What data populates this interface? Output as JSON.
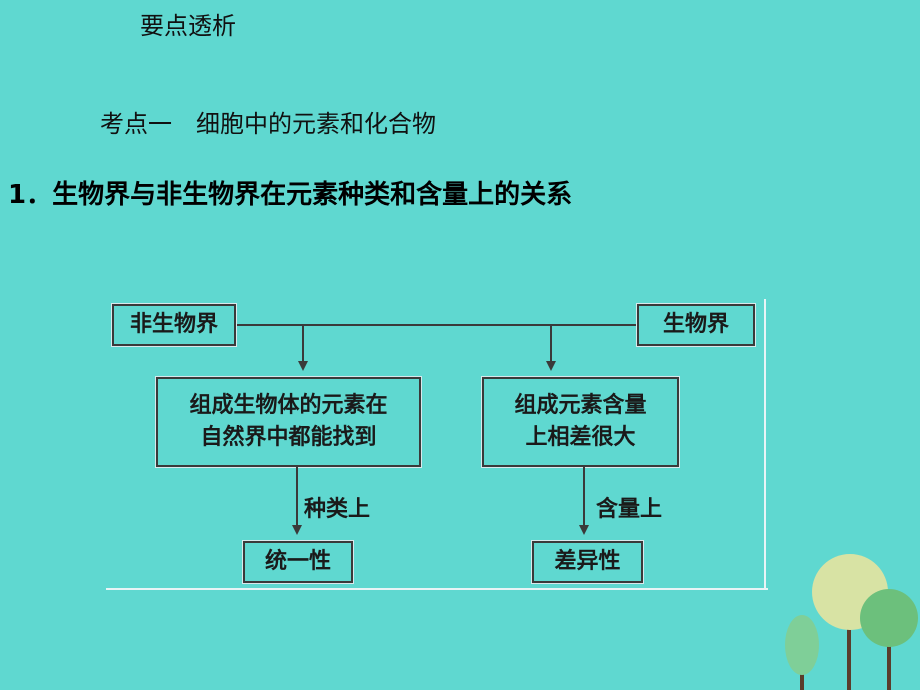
{
  "slide_title": "要点透析",
  "subtitle": "考点一　细胞中的元素和化合物",
  "heading": "1．生物界与非生物界在元素种类和含量上的关系",
  "diagram": {
    "box_nonliving": "非生物界",
    "box_living": "生物界",
    "box_elements_found": [
      "组成生物体的元素在",
      "自然界中都能找到"
    ],
    "box_content_diff": [
      "组成元素含量",
      "上相差很大"
    ],
    "label_kind": "种类上",
    "label_content": "含量上",
    "box_unity": "统一性",
    "box_difference": "差异性"
  },
  "colors": {
    "background": "#5fd8d0",
    "tree_large": "#d8e3a4",
    "tree_right": "#6cc07c",
    "tree_small": "#7fcf98",
    "trunk": "#5a3d2b"
  }
}
